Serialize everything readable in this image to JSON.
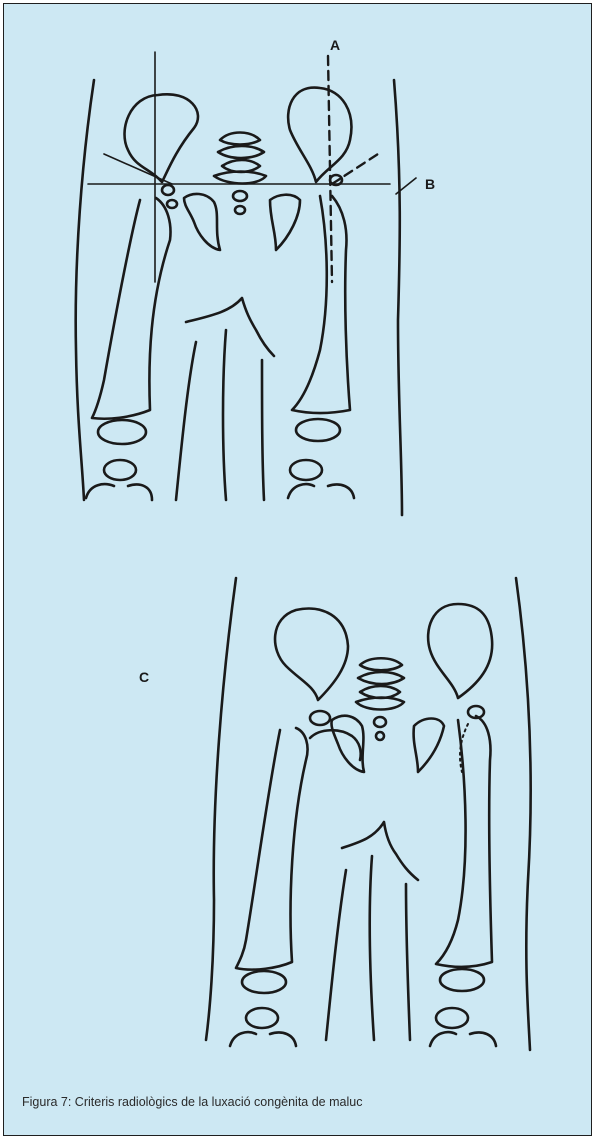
{
  "figure": {
    "labels": {
      "a": "A",
      "b": "B",
      "c": "C"
    },
    "caption": "Figura 7: Criteris radiològics de la luxació congènita de maluc"
  },
  "colors": {
    "background": "#cde8f3",
    "line": "#1a1a1a",
    "border": "#1f1f1f"
  }
}
